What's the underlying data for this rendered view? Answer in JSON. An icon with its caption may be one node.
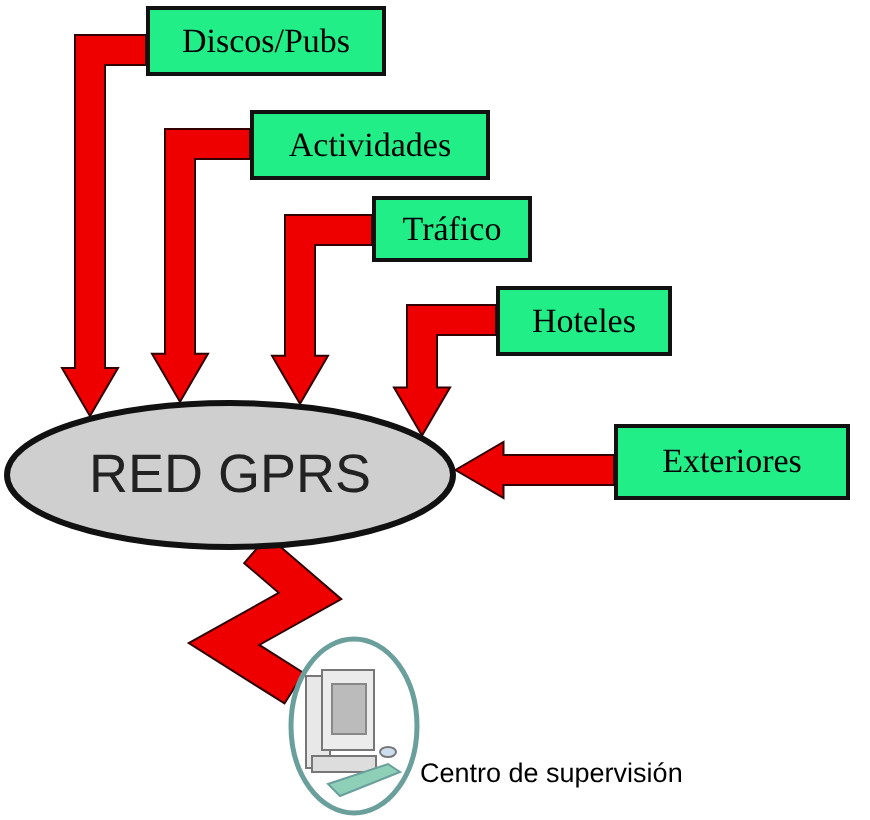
{
  "diagram": {
    "nodes": [
      {
        "text": [
          "Discos/Pubs"
        ]
      },
      {
        "text": [
          "Actividades"
        ]
      },
      {
        "text": [
          "Tráfico"
        ]
      },
      {
        "text": [
          "Hoteles"
        ]
      },
      {
        "text": [
          "Exteriores"
        ]
      },
      {
        "text": [
          "RED GPRS"
        ]
      },
      {
        "text": [],
        "shape": "circle",
        "beside": [
          "Centro de supervisión"
        ]
      }
    ],
    "edges": [
      {
        "from": 0,
        "to": 5,
        "arrow": "to"
      },
      {
        "from": 1,
        "to": 5,
        "arrow": "to"
      },
      {
        "from": 2,
        "to": 5,
        "arrow": "to"
      },
      {
        "from": 3,
        "to": 5,
        "arrow": "to"
      },
      {
        "from": 4,
        "to": 5,
        "arrow": "to"
      },
      {
        "from": 5,
        "to": 6,
        "arrow": "none"
      }
    ]
  }
}
